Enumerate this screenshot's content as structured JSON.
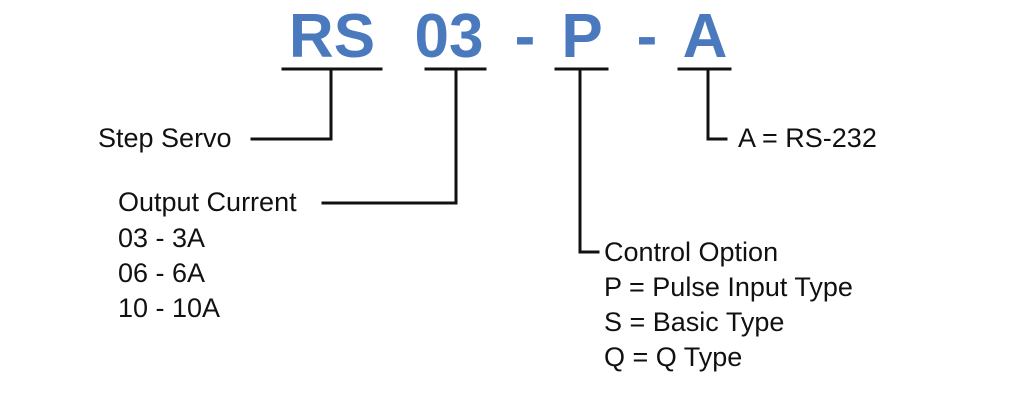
{
  "colors": {
    "code": "#4a79bd",
    "text": "#111111",
    "line": "#111111"
  },
  "code": {
    "series": "RS",
    "current": "03",
    "sep1": "-",
    "control": "P",
    "sep2": "-",
    "comm": "A"
  },
  "labels": {
    "series": "Step Servo",
    "current": {
      "title": "Output Current",
      "options": [
        "03 - 3A",
        "06 - 6A",
        "10 - 10A"
      ]
    },
    "control": {
      "title": "Control Option",
      "options": [
        "P = Pulse Input Type",
        "S = Basic Type",
        "Q = Q Type"
      ]
    },
    "comm": "A = RS-232"
  }
}
